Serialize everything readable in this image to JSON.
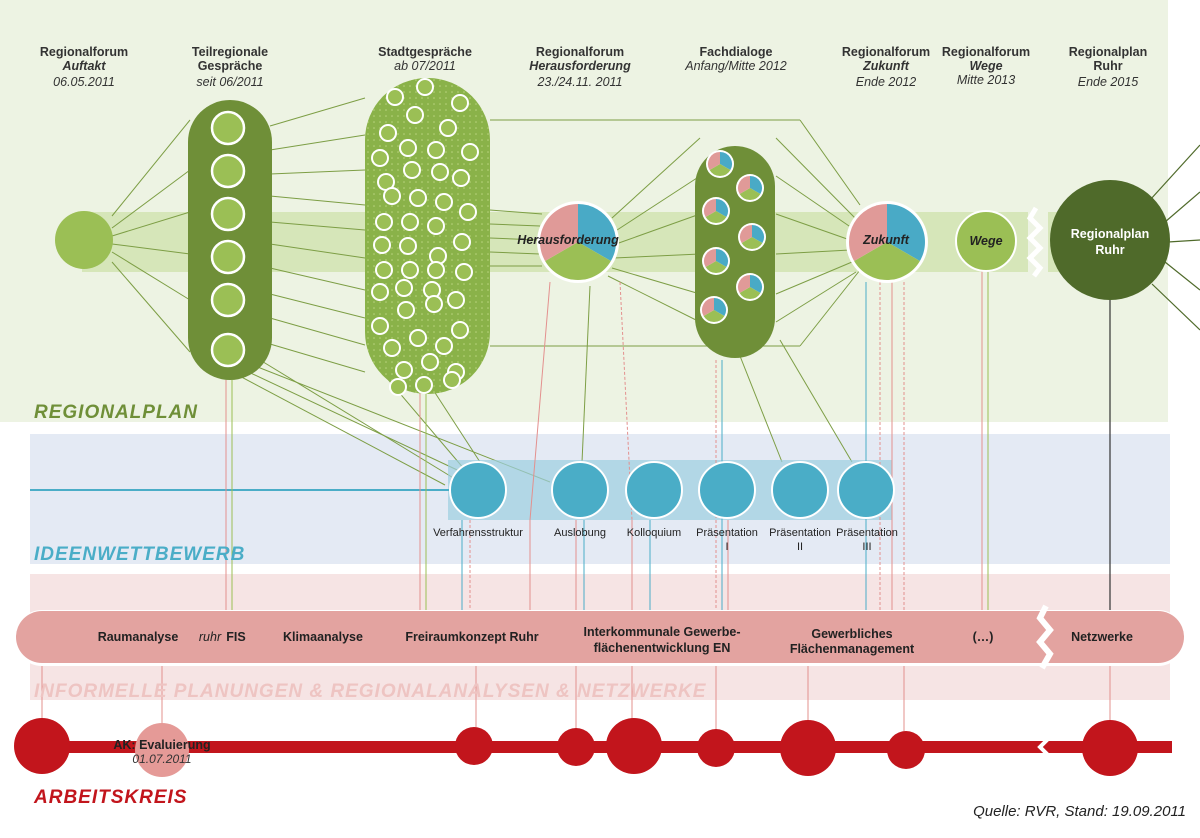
{
  "milestones": [
    {
      "l1": "Regionalforum",
      "l2": "Auftakt",
      "l3": "06.05.2011"
    },
    {
      "l1": "Teilregionale",
      "l2": "Gespräche",
      "l3": "seit 06/2011"
    },
    {
      "l1": "Stadtgespräche",
      "l2": "ab 07/2011",
      "l3": ""
    },
    {
      "l1": "Regionalforum",
      "l2": "Herausforderung",
      "l3": "23./24.11. 2011"
    },
    {
      "l1": "Fachdialoge",
      "l2": "Anfang/Mitte 2012",
      "l3": ""
    },
    {
      "l1": "Regionalforum",
      "l2": "Zukunft",
      "l3": "Ende 2012"
    },
    {
      "l1": "Regionalforum",
      "l2": "Wege",
      "l3": "Mitte 2013"
    },
    {
      "l1": "Regionalplan",
      "l2": "Ruhr",
      "l3": "Ende 2015"
    }
  ],
  "nodes": {
    "herausforderung": "Herausforderung",
    "zukunft": "Zukunft",
    "wege": "Wege",
    "regionalplan_l1": "Regionalplan",
    "regionalplan_l2": "Ruhr"
  },
  "sections": {
    "regionalplan": "REGIONALPLAN",
    "ideenwettbewerb": "IDEENWETTBEWERB",
    "informelle": "INFORMELLE PLANUNGEN & REGIONALANALYSEN & NETZWERKE",
    "arbeitskreis": "ARBEITSKREIS"
  },
  "competition_steps": [
    {
      "l1": "Verfahrensstruktur",
      "l2": ""
    },
    {
      "l1": "Auslobung",
      "l2": ""
    },
    {
      "l1": "Kolloquium",
      "l2": ""
    },
    {
      "l1": "Präsentation",
      "l2": "I"
    },
    {
      "l1": "Präsentation",
      "l2": "II"
    },
    {
      "l1": "Präsentation",
      "l2": "III"
    }
  ],
  "analysis_bar": {
    "raumanalyse": "Raumanalyse",
    "ruhr_fis_italic": "ruhr",
    "ruhr_fis_bold": "FIS",
    "klimaanalyse": "Klimaanalyse",
    "freiraum": "Freiraumkonzept Ruhr",
    "gewerbe_l1": "Interkommunale Gewerbe-",
    "gewerbe_l2": "flächenentwicklung EN",
    "management_l1": "Gewerbliches",
    "management_l2": "Flächenmanagement",
    "ellipsis": "(…)",
    "netzwerke": "Netzwerke"
  },
  "arbeitskreis": {
    "evaluation_l1": "AK: Evaluierung",
    "evaluation_l2": "01.07.2011"
  },
  "source": "Quelle: RVR, Stand: 19.09.2011",
  "colors": {
    "green_light": "#9bbf55",
    "green_dark": "#6f8f38",
    "green_darkest": "#4f6a2a",
    "green_band": "#e9f0dc",
    "blue": "#4aadc7",
    "blue_band": "#e4ebf4",
    "pink_bar": "#e3a3a0",
    "pink_band": "#f6e3e3",
    "red": "#c2151c",
    "pie_red": "#e09a98",
    "pie_blue": "#49aac6"
  }
}
